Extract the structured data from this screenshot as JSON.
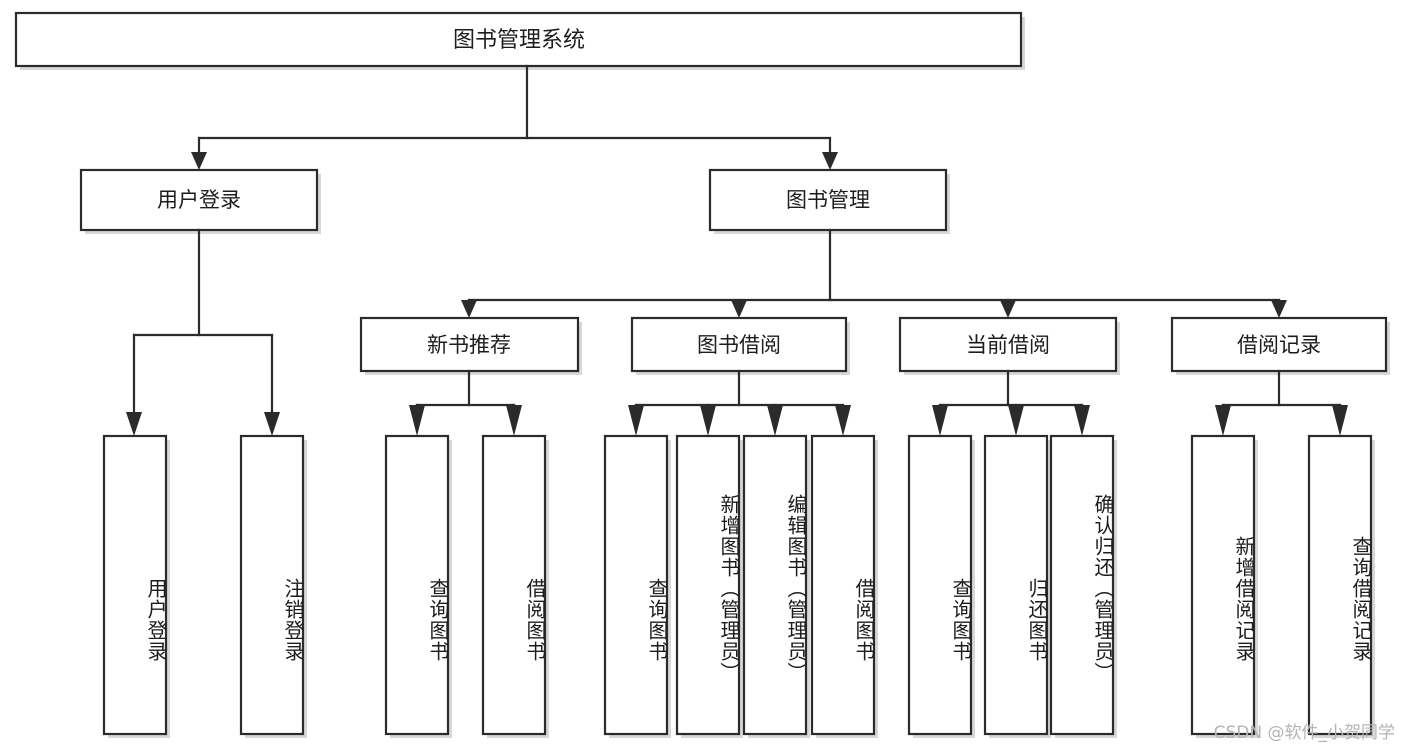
{
  "diagram": {
    "title": "图书管理系统",
    "type": "tree",
    "watermark": "CSDN @软件_小贺同学",
    "root": {
      "label": "图书管理系统"
    },
    "level1": [
      {
        "label": "用户登录"
      },
      {
        "label": "图书管理"
      }
    ],
    "level2": [
      {
        "label": "新书推荐"
      },
      {
        "label": "图书借阅"
      },
      {
        "label": "当前借阅"
      },
      {
        "label": "借阅记录"
      }
    ],
    "leaves": {
      "user_login": [
        {
          "label": "用户登录"
        },
        {
          "label": "注销登录"
        }
      ],
      "new_book_recommend": [
        {
          "label": "查询图书"
        },
        {
          "label": "借阅图书"
        }
      ],
      "book_borrow": [
        {
          "label": "查询图书"
        },
        {
          "label": "新增图书（管理员）"
        },
        {
          "label": "编辑图书（管理员）"
        },
        {
          "label": "借阅图书"
        }
      ],
      "current_borrow": [
        {
          "label": "查询图书"
        },
        {
          "label": "归还图书"
        },
        {
          "label": "确认归还（管理员）"
        }
      ],
      "borrow_record": [
        {
          "label": "新增借阅记录"
        },
        {
          "label": "查询借阅记录"
        }
      ]
    },
    "colors": {
      "stroke": "#2b2b2b",
      "fill": "#ffffff",
      "text": "#1d1d1d",
      "watermark": "#b4b4b4"
    }
  }
}
